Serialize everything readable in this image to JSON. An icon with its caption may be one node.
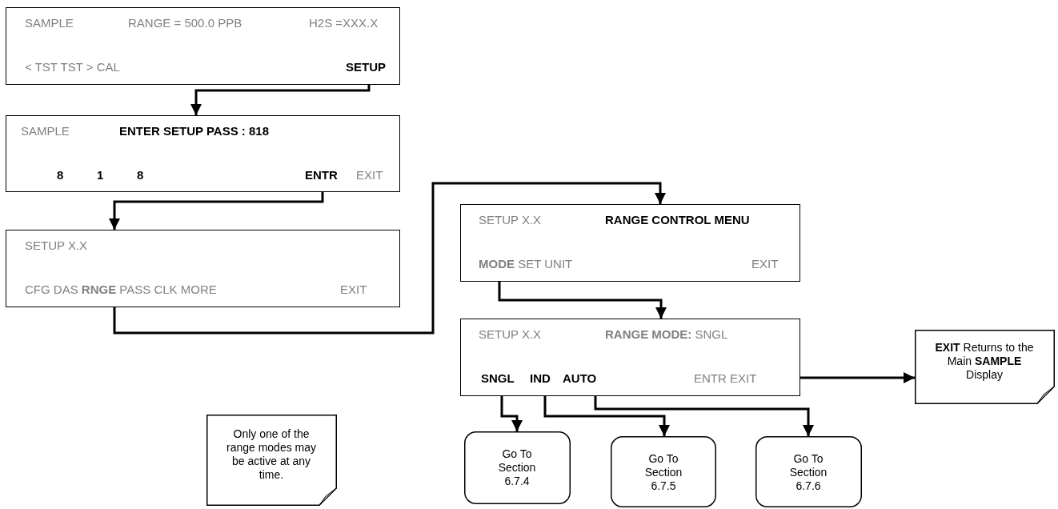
{
  "diagram": {
    "nodes": [
      {
        "text": [
          "SAMPLE",
          "RANGE = 500.0 PPB",
          "H2S =XXX.X",
          "< TST TST > CAL",
          "SETUP"
        ]
      },
      {
        "text": [
          "SAMPLE",
          "ENTER SETUP PASS : 818",
          "8",
          "1",
          "8",
          "ENTR",
          "EXIT"
        ]
      },
      {
        "text": [
          "SETUP X.X",
          "CFG DAS **RNGE** PASS CLK MORE",
          "EXIT"
        ]
      },
      {
        "text": [
          "SETUP X.X",
          "RANGE CONTROL MENU",
          "**MODE** SET UNIT",
          "EXIT"
        ]
      },
      {
        "text": [
          "SETUP X.X",
          "**RANGE MODE:** SNGL",
          "SNGL",
          "IND",
          "AUTO",
          "ENTR EXIT"
        ]
      },
      {
        "text": [
          "**EXIT** Returns to the Main **SAMPLE** Display"
        ]
      },
      {
        "text": [
          "Only one of the range modes may be active at any time."
        ]
      },
      {
        "text": [
          "Go To Section 6.7.4"
        ]
      },
      {
        "text": [
          "Go To Section 6.7.5"
        ]
      },
      {
        "text": [
          "Go To Section 6.7.6"
        ]
      }
    ],
    "edges": [
      {
        "from": 0,
        "to": 1,
        "arrow": "to"
      },
      {
        "from": 1,
        "to": 2,
        "arrow": "to"
      },
      {
        "from": 2,
        "to": 3,
        "arrow": "to"
      },
      {
        "from": 3,
        "to": 4,
        "arrow": "to"
      },
      {
        "from": 4,
        "to": 5,
        "arrow": "to"
      },
      {
        "from": 4,
        "to": 7,
        "arrow": "to"
      },
      {
        "from": 4,
        "to": 8,
        "arrow": "to"
      },
      {
        "from": 4,
        "to": 9,
        "arrow": "to"
      }
    ]
  }
}
